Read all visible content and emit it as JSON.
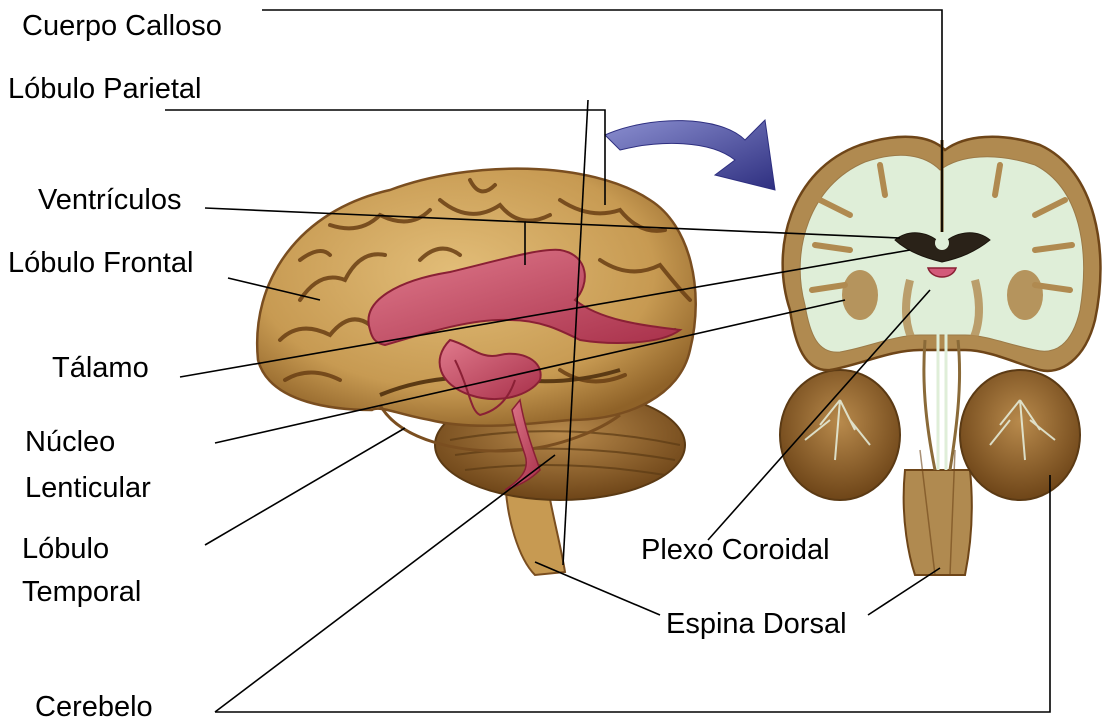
{
  "labels": {
    "cuerpo_calloso": "Cuerpo Calloso",
    "lobulo_parietal": "Lóbulo Parietal",
    "ventriculos": "Ventrículos",
    "lobulo_frontal": "Lóbulo Frontal",
    "talamo": "Tálamo",
    "nucleo_line1": "Núcleo",
    "nucleo_line2": "Lenticular",
    "temporal_line1": "Lóbulo",
    "temporal_line2": "Temporal",
    "cerebelo": "Cerebelo",
    "plexo_coroidal": "Plexo Coroidal",
    "espina_dorsal": "Espina Dorsal"
  },
  "colors": {
    "brain_tan": "#c79a52",
    "brain_dark": "#7a4e20",
    "ventricle_pink": "#c7475f",
    "white_matter": "#dfeed8",
    "gray_matter": "#b08a50",
    "arrow_blue": "#3c3d8f",
    "line": "#000000"
  }
}
